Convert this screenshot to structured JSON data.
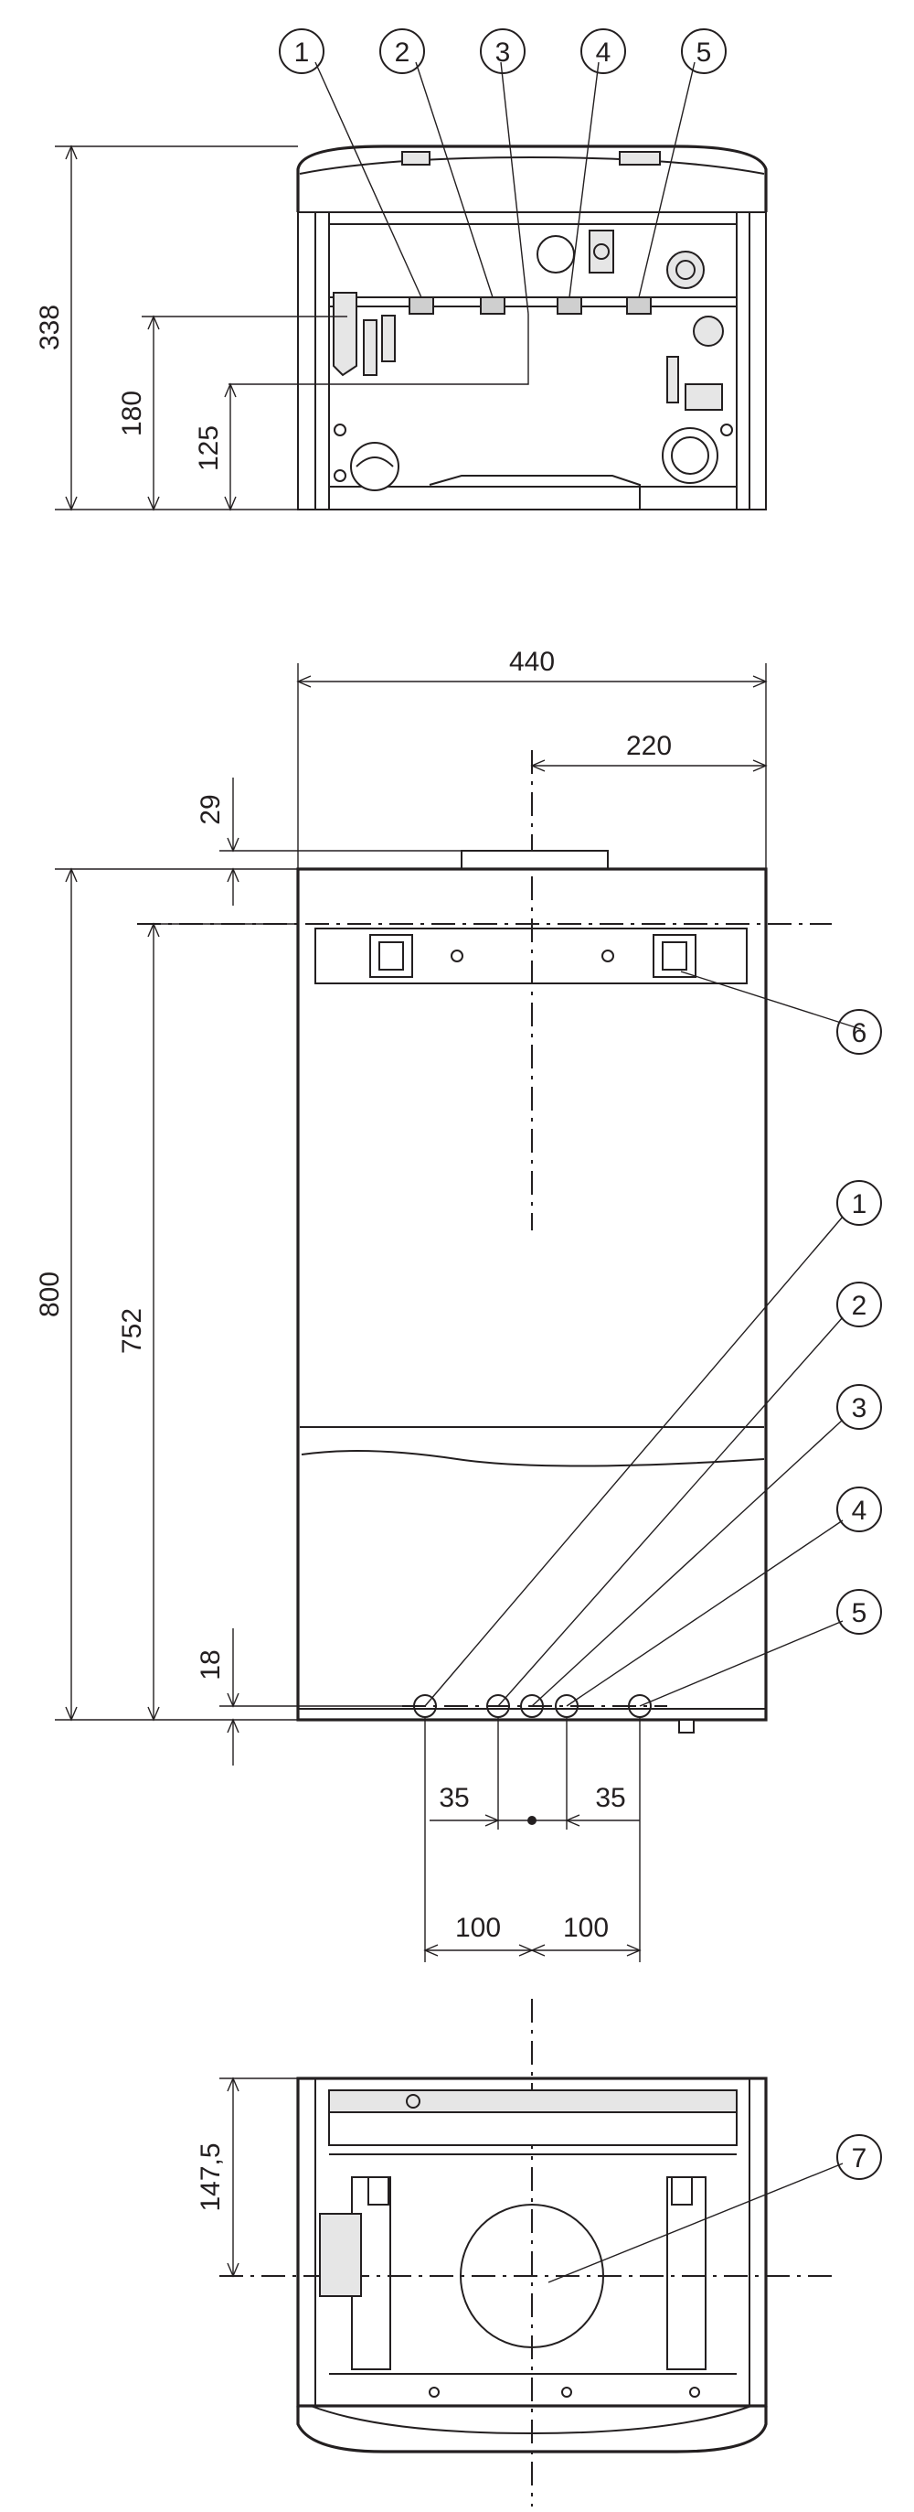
{
  "figure": {
    "callouts": [
      "1",
      "2",
      "3",
      "4",
      "5",
      "6",
      "7"
    ],
    "dimensions": {
      "top_view": {
        "height_total": "338",
        "height_mid": "180",
        "height_low": "125"
      },
      "front_view": {
        "width_total": "440",
        "half_width": "220",
        "top_offset": "29",
        "height_total": "800",
        "height_mounting": "752",
        "bottom_offset": "18",
        "spacing_left_inner": "35",
        "spacing_right_inner": "35",
        "spacing_left_outer": "100",
        "spacing_right_outer": "100"
      },
      "bottom_view": {
        "flue_offset": "147,5"
      }
    }
  }
}
